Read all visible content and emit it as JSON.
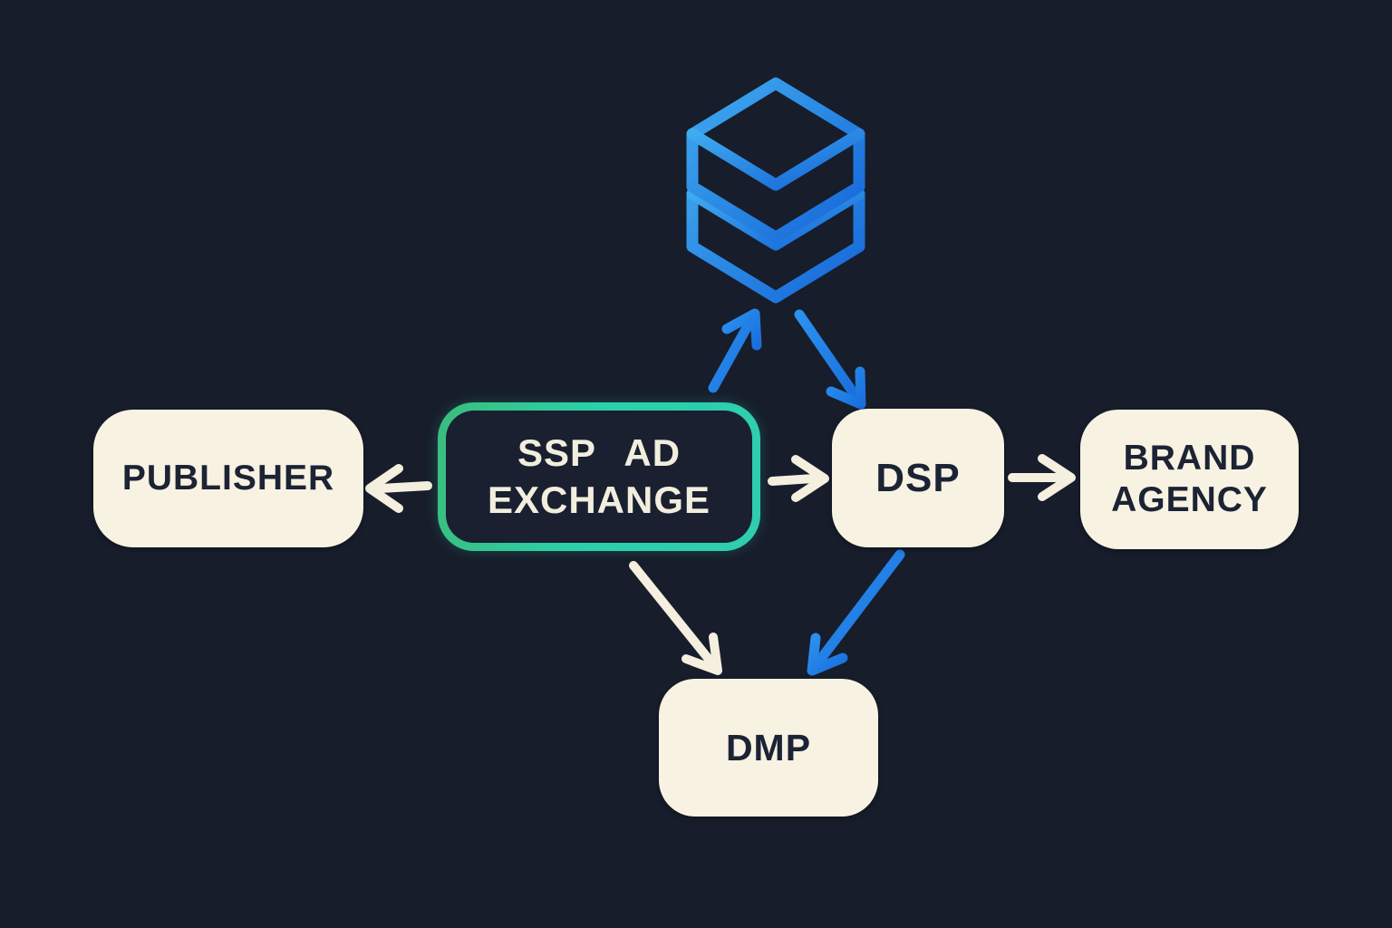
{
  "diagram": {
    "title": "SSP ad-exchange programmatic advertising flow",
    "background_color": "#171d2b",
    "nodes": {
      "publisher": {
        "label": "PUBLISHER"
      },
      "ssp_ad_exchange": {
        "label_line1": "SSP AD",
        "label_line2": "EXCHANGE",
        "border_color": "#2fcdb0"
      },
      "dsp": {
        "label": "DSP"
      },
      "brand_agency": {
        "label_line1": "BRAND",
        "label_line2": "AGENCY"
      },
      "dmp": {
        "label": "DMP"
      }
    },
    "icons": {
      "data_stack": "stacked-blocks-icon"
    },
    "edges": [
      {
        "from": "ssp_ad_exchange",
        "to": "publisher",
        "color": "white"
      },
      {
        "from": "ssp_ad_exchange",
        "to": "dsp",
        "color": "white"
      },
      {
        "from": "dsp",
        "to": "brand_agency",
        "color": "white"
      },
      {
        "from": "ssp_ad_exchange",
        "to": "data_stack",
        "color": "blue"
      },
      {
        "from": "data_stack",
        "to": "dsp",
        "color": "blue"
      },
      {
        "from": "ssp_ad_exchange",
        "to": "dmp",
        "color": "white"
      },
      {
        "from": "dsp",
        "to": "dmp",
        "color": "blue"
      }
    ],
    "colors": {
      "cream_box": "#f7f2e2",
      "dark_text": "#1c2334",
      "white_arrow": "#f4efdf",
      "blue_arrow": "#2181ea",
      "teal_border": "#2fcdb0",
      "cube_blue_light": "#3fabf0",
      "cube_blue_dark": "#1565d8"
    }
  }
}
